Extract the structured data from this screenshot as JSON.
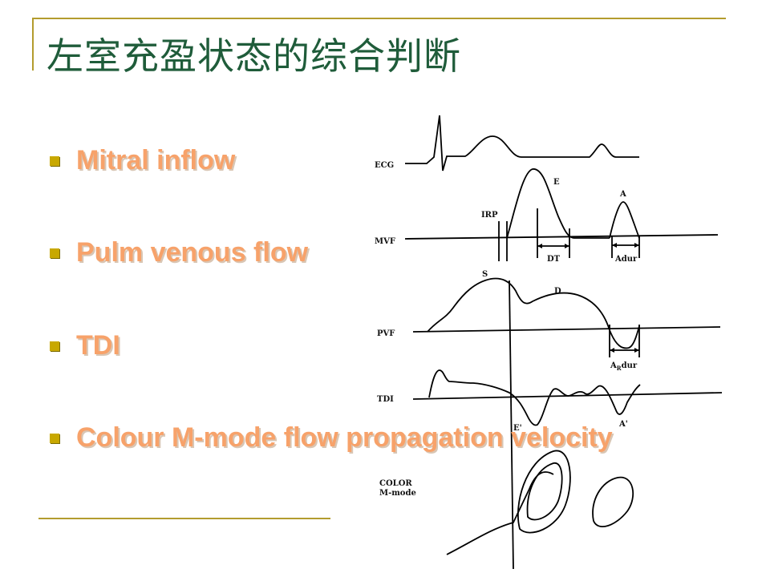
{
  "slide": {
    "title": "左室充盈状态的综合判断",
    "bullets": [
      "Mitral inflow",
      "Pulm venous flow",
      "TDI",
      "Colour M-mode flow propagation velocity"
    ]
  },
  "diagram": {
    "row_labels": {
      "ecg": "ECG",
      "mvf": "MVF",
      "pvf": "PVF",
      "tdi": "TDI",
      "color_1": "COLOR",
      "color_2": "M-mode"
    },
    "wave_labels": {
      "e": "E",
      "a": "A",
      "irp": "IRP",
      "dt": "DT",
      "adur": "Adur",
      "s": "S",
      "d": "D",
      "ar": "A",
      "ar_sub": "R",
      "ar_suffix": "dur",
      "e_prime": "E'",
      "a_prime": "A'"
    }
  },
  "colors": {
    "title": "#1f5c3a",
    "bullet_text": "#f7a26a",
    "bullet_marker": "#c8a800",
    "frame": "#b39c2e"
  }
}
